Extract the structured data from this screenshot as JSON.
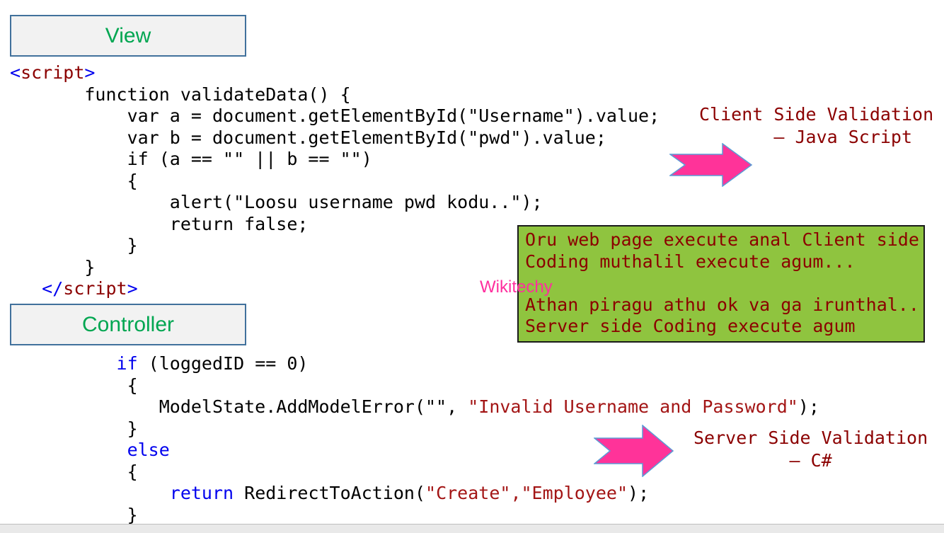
{
  "boxes": {
    "view_label": "View",
    "controller_label": "Controller"
  },
  "watermark": "Wikitechy",
  "annotations": {
    "client": "Client Side Validation\n       – Java Script",
    "server": "Server Side Validation\n         – C#"
  },
  "note_box": {
    "text": "Oru web page execute anal Client side\nCoding muthalil execute agum...\n\nAthan piragu athu ok va ga irunthal..\nServer side Coding execute agum"
  },
  "js_code": {
    "lines": [
      [
        [
          "k",
          "<"
        ],
        [
          "m",
          "script"
        ],
        [
          "k",
          ">"
        ]
      ],
      [
        [
          "t",
          "       function validateData() {"
        ]
      ],
      [
        [
          "t",
          "           var a = document.getElementById(\"Username\").value;"
        ]
      ],
      [
        [
          "t",
          "           var b = document.getElementById(\"pwd\").value;"
        ]
      ],
      [
        [
          "t",
          "           if (a == \"\" || b == \"\")"
        ]
      ],
      [
        [
          "t",
          "           {"
        ]
      ],
      [
        [
          "t",
          "               alert(\"Loosu username pwd kodu..\");"
        ]
      ],
      [
        [
          "t",
          "               return false;"
        ]
      ],
      [
        [
          "t",
          "           }"
        ]
      ],
      [
        [
          "t",
          "       }"
        ]
      ],
      [
        [
          "t",
          "   "
        ],
        [
          "k",
          "</"
        ],
        [
          "m",
          "script"
        ],
        [
          "k",
          ">"
        ]
      ]
    ]
  },
  "cs_code": {
    "lines": [
      [
        [
          "t",
          "          "
        ],
        [
          "k",
          "if"
        ],
        [
          "t",
          " (loggedID == 0)"
        ]
      ],
      [
        [
          "t",
          "           {"
        ]
      ],
      [
        [
          "t",
          "              ModelState.AddModelError(\"\", "
        ],
        [
          "s",
          "\"Invalid Username and Password\""
        ],
        [
          "t",
          ");"
        ]
      ],
      [
        [
          "t",
          "           }"
        ]
      ],
      [
        [
          "t",
          "           "
        ],
        [
          "k",
          "else"
        ]
      ],
      [
        [
          "t",
          "           {"
        ]
      ],
      [
        [
          "t",
          "               "
        ],
        [
          "k",
          "return"
        ],
        [
          "t",
          " RedirectToAction("
        ],
        [
          "s",
          "\"Create\",\"Employee\""
        ],
        [
          "t",
          ");"
        ]
      ],
      [
        [
          "t",
          "           }"
        ]
      ]
    ]
  },
  "colors": {
    "box_text_green": "#00A651",
    "box_border_blue": "#41719C",
    "box_fill_gray": "#F2F2F2",
    "arrow_pink": "#FF3399",
    "arrow_border_blue": "#5B9BD5",
    "note_box_green": "#8FC43F",
    "annotation_maroon": "#8B0000",
    "keyword_blue": "#0000EE",
    "string_red": "#A31515",
    "watermark_pink": "#FF2E9E"
  }
}
